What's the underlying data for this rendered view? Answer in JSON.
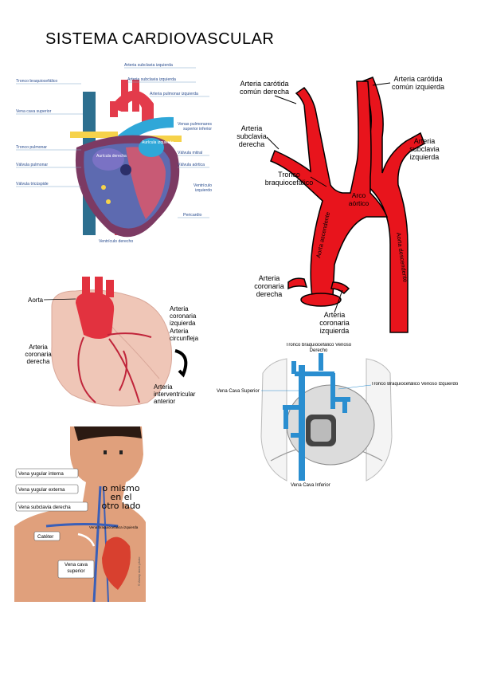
{
  "title": "SISTEMA CARDIOVASCULAR",
  "fig1": {
    "labels": {
      "subclavia_izq_top": "Arteria subclavia izquierda",
      "tronco": "Tronco braquiocefálico",
      "subclavia_izq": "Arteria subclavia izquierda",
      "pulmonar_izq": "Arteria pulmonar izquierda",
      "cava_sup": "Vena cava superior",
      "venas_pulm": "Venas pulmonares superior inferior",
      "tronco_pulm": "Tronco pulmonar",
      "auricula_izq": "Aurícula izquierda",
      "auricula_der": "Aurícula derecha",
      "valvula_pulm": "Válvula pulmonar",
      "valvula_mitral": "Válvula mitral",
      "valvula_aortica": "Válvula aórtica",
      "valvula_tric": "Válvula tricúspide",
      "ventriculo_izq": "Ventrículo izquierdo",
      "pericardio": "Pericardio",
      "ventriculo_der": "Ventrículo derecho"
    }
  },
  "fig2": {
    "labels": {
      "carotida_der": "Arteria carótida común derecha",
      "carotida_izq": "Arteria carótida común izquierda",
      "subclavia_der": "Arteria subclavia derecha",
      "subclavia_izq": "Arteria subclavia izquierda",
      "tronco": "Tronco braquiocefálico",
      "arco": "Arco aórtico",
      "aorta_asc": "Aorta ascendente",
      "aorta_desc": "Aorta descendente",
      "coronaria_der": "Arteria coronaria derecha",
      "coronaria_izq": "Arteria coronaria izquierda"
    }
  },
  "fig3": {
    "labels": {
      "aorta": "Aorta",
      "coronaria_izq": "Arteria coronaria izquierda",
      "circunfleja": "Arteria circunfleja",
      "coronaria_der": "Arteria coronaria derecha",
      "interventricular": "Arteria interventricular anterior"
    }
  },
  "fig4": {
    "labels": {
      "tronco_der": "Tronco braquiocefálico Venoso Derecho",
      "tronco_izq": "Tronco Braquiocefálico Venoso Izquierdo",
      "cava_sup": "Vena Cava Superior",
      "cava_inf": "Vena Cava Inferior"
    }
  },
  "fig5": {
    "labels": {
      "yugular_int": "Vena yugular interna",
      "yugular_ext": "Vena yugular externa",
      "subclavia_der": "Vena subclavia derecha",
      "cateter": "Catéter",
      "cava_sup": "Vena cava superior",
      "braquio": "Vena braquiocefálica izquierda",
      "handwritten": "o mismo en el otro lado",
      "credit": "© Alamy stock photo"
    }
  },
  "colors": {
    "artery_red": "#e8141c",
    "vein_blue": "#1c8fd6",
    "heart_pink": "#e8a39a"
  }
}
